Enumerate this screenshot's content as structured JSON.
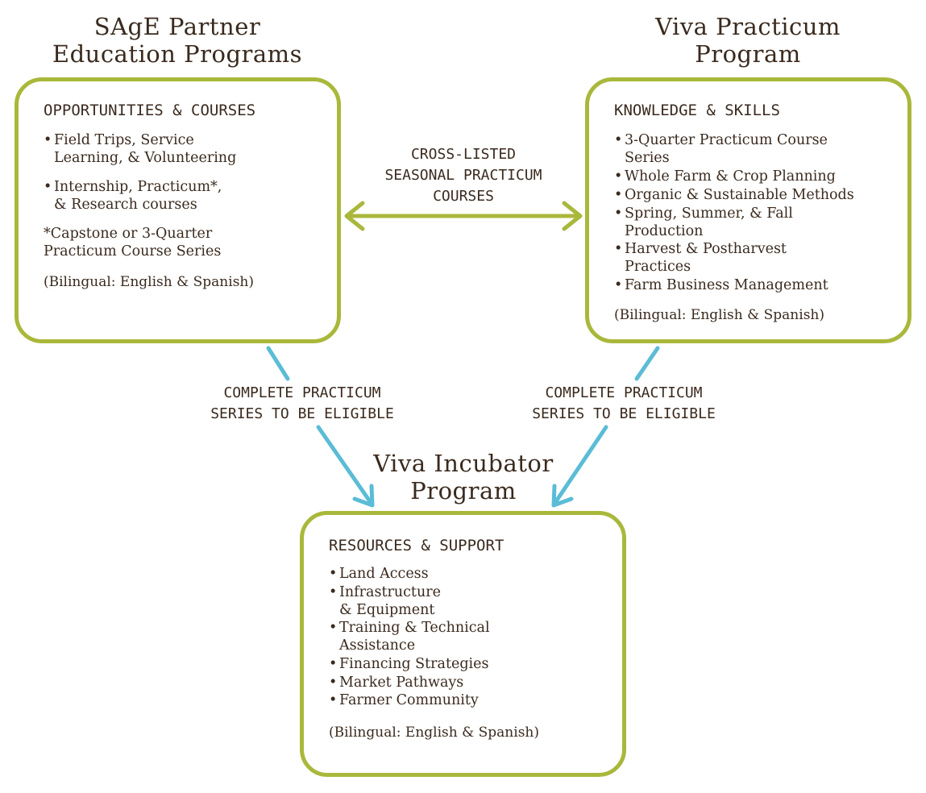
{
  "programs": {
    "sage": {
      "title_line1": "SAgE Partner",
      "title_line2": "Education Programs",
      "heading": "OPPORTUNITIES & COURSES",
      "items": [
        {
          "line1": "Field Trips, Service",
          "line2": "Learning, & Volunteering"
        },
        {
          "line1": "Internship, Practicum*,",
          "line2": "& Research courses"
        }
      ],
      "footnote_line1": "*Capstone or 3-Quarter",
      "footnote_line2": "Practicum Course Series",
      "language": "(Bilingual: English & Spanish)"
    },
    "practicum": {
      "title_line1": "Viva Practicum",
      "title_line2": "Program",
      "heading": "KNOWLEDGE & SKILLS",
      "items": [
        {
          "line1": "3-Quarter Practicum Course",
          "line2": "Series"
        },
        {
          "line1": "Whole Farm & Crop Planning"
        },
        {
          "line1": "Organic & Sustainable Methods"
        },
        {
          "line1": "Spring, Summer, & Fall",
          "line2": "Production"
        },
        {
          "line1": "Harvest & Postharvest",
          "line2": "Practices"
        },
        {
          "line1": "Farm Business Management"
        }
      ],
      "language": "(Bilingual: English & Spanish)"
    },
    "incubator": {
      "title_line1": "Viva Incubator",
      "title_line2": "Program",
      "heading": "RESOURCES & SUPPORT",
      "items": [
        {
          "line1": "Land Access"
        },
        {
          "line1": "Infrastructure",
          "line2": "& Equipment"
        },
        {
          "line1": "Training & Technical",
          "line2": "Assistance"
        },
        {
          "line1": "Financing Strategies"
        },
        {
          "line1": "Market Pathways"
        },
        {
          "line1": "Farmer Community"
        }
      ],
      "language": "(Bilingual: English & Spanish)"
    }
  },
  "connectors": {
    "cross_listed": {
      "line1": "CROSS-LISTED",
      "line2": "SEASONAL PRACTICUM",
      "line3": "COURSES"
    },
    "eligibility_left": {
      "line1": "COMPLETE PRACTICUM",
      "line2": "SERIES TO BE ELIGIBLE"
    },
    "eligibility_right": {
      "line1": "COMPLETE PRACTICUM",
      "line2": "SERIES TO BE ELIGIBLE"
    }
  },
  "colors": {
    "box_border": "#a9b83b",
    "double_arrow": "#a9b83b",
    "eligibility_arrows": "#5bbcd6",
    "text": "#3a2a1e"
  }
}
